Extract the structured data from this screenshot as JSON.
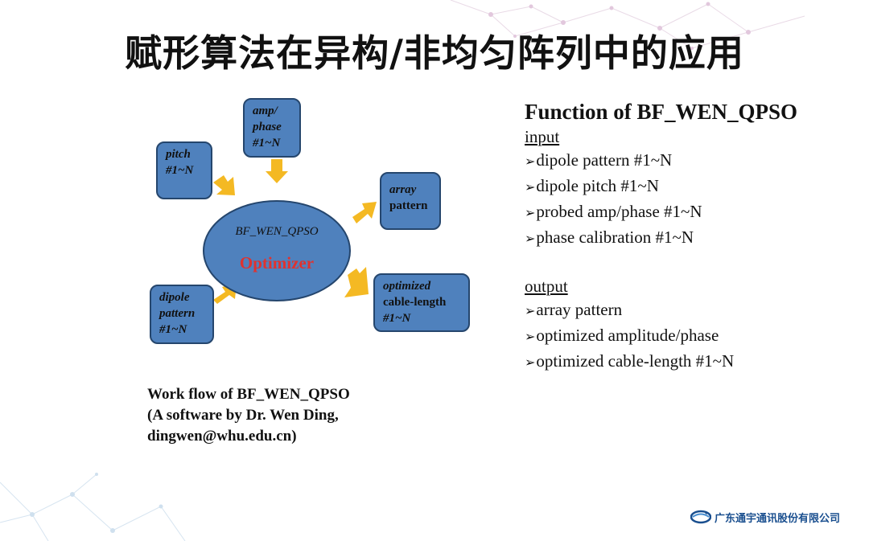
{
  "slide": {
    "title": "赋形算法在异构/非均匀阵列中的应用"
  },
  "diagram": {
    "center_label": "BF_WEN_QPSO",
    "center_sublabel": "Optimizer",
    "inputs": [
      {
        "lines": [
          "amp/",
          "phase",
          "#1~N"
        ]
      },
      {
        "lines": [
          "pitch",
          "#1~N"
        ]
      },
      {
        "lines": [
          "dipole",
          "pattern",
          "#1~N"
        ]
      }
    ],
    "outputs": [
      {
        "lines": [
          "array",
          "pattern"
        ]
      },
      {
        "lines": [
          "optimized",
          "cable-length",
          "#1~N"
        ]
      }
    ],
    "colors": {
      "box_fill": "#4f81bd",
      "box_border": "#25466d",
      "arrow": "#f4b923",
      "optimizer_text": "#e0322f"
    }
  },
  "caption": {
    "lines": [
      "Work flow of BF_WEN_QPSO",
      "(A software by Dr. Wen Ding,",
      "dingwen@whu.edu.cn)"
    ]
  },
  "function_panel": {
    "title": "Function of BF_WEN_QPSO",
    "input_heading": "input",
    "input_items": [
      "dipole pattern #1~N",
      "dipole pitch #1~N",
      "probed amp/phase #1~N",
      "phase calibration #1~N"
    ],
    "output_heading": "output",
    "output_items": [
      "array pattern",
      "optimized amplitude/phase",
      "optimized cable-length #1~N"
    ],
    "bullet_icon": "arrow-bullet-icon"
  },
  "footer": {
    "company": "广东通宇通讯股份有限公司",
    "logo_icon": "company-logo-icon"
  }
}
